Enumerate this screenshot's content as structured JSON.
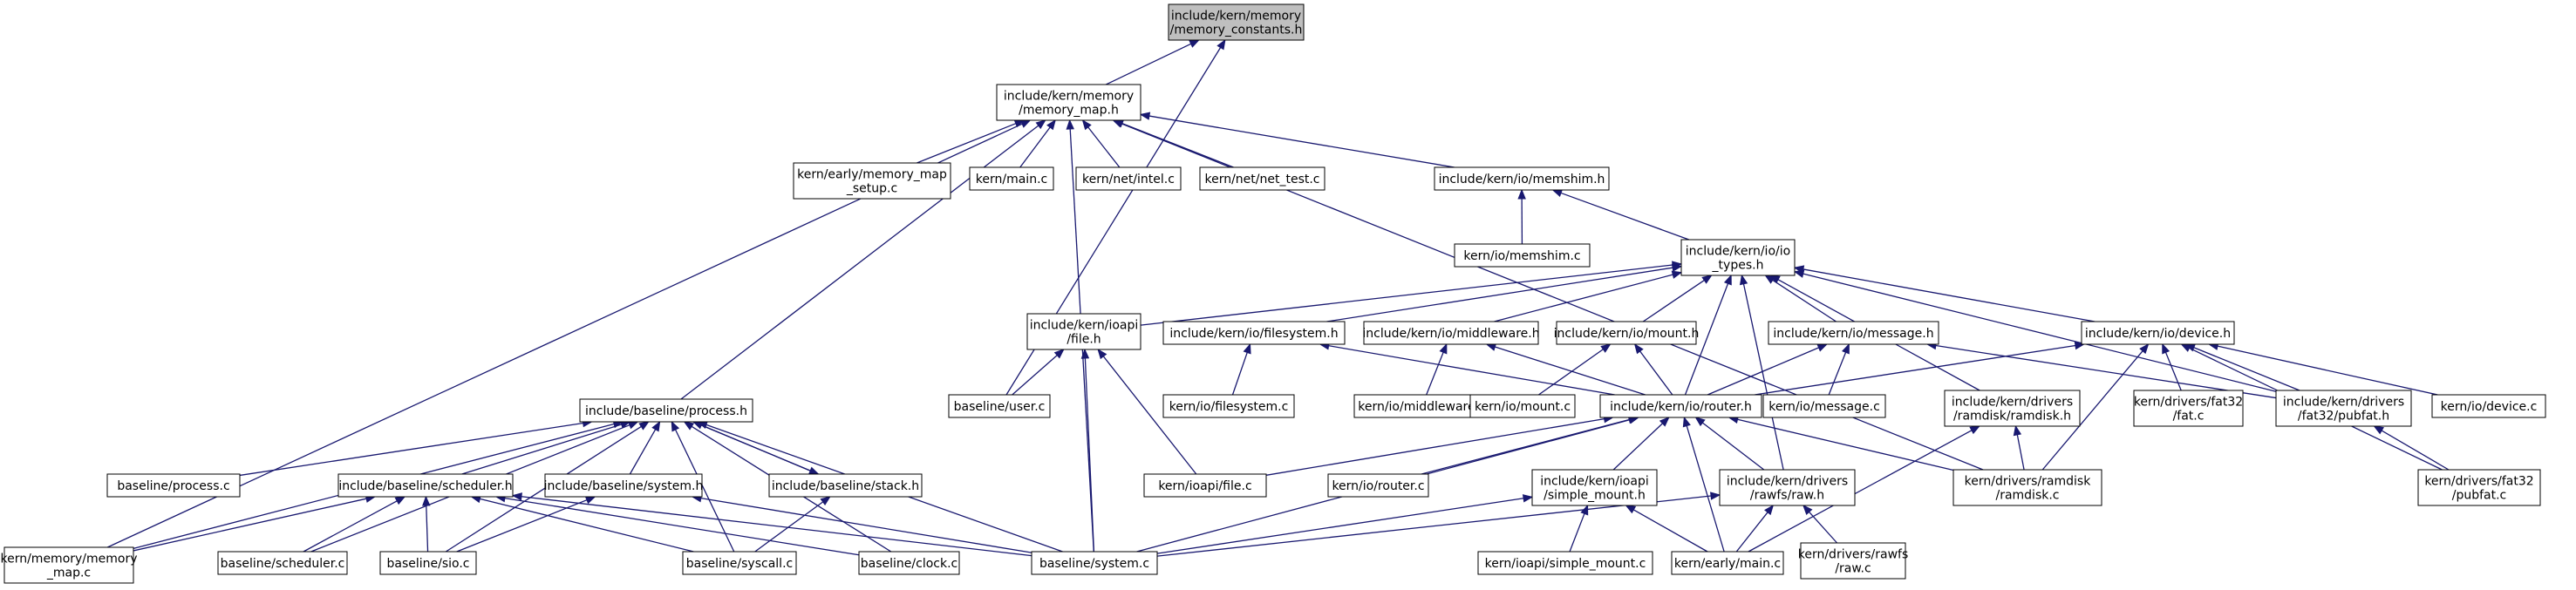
{
  "graph": {
    "root": "n0",
    "colors": {
      "edge": "#191970",
      "root_fill": "#bfbfbf",
      "node_fill": "#ffffff",
      "node_border": "#000000"
    },
    "nodes": [
      {
        "id": "n0",
        "lines": [
          "include/kern/memory",
          "/memory_constants.h"
        ]
      },
      {
        "id": "n1",
        "lines": [
          "include/kern/memory",
          "/memory_map.h"
        ]
      },
      {
        "id": "n2",
        "lines": [
          "kern/early/memory_map",
          "_setup.c"
        ]
      },
      {
        "id": "n3",
        "lines": [
          "kern/main.c"
        ]
      },
      {
        "id": "n4",
        "lines": [
          "kern/net/intel.c"
        ]
      },
      {
        "id": "n5",
        "lines": [
          "kern/net/net_test.c"
        ]
      },
      {
        "id": "n6",
        "lines": [
          "include/kern/io/memshim.h"
        ]
      },
      {
        "id": "n7",
        "lines": [
          "kern/io/memshim.c"
        ]
      },
      {
        "id": "n8",
        "lines": [
          "include/kern/io/io",
          "_types.h"
        ]
      },
      {
        "id": "n9",
        "lines": [
          "include/kern/ioapi",
          "/file.h"
        ]
      },
      {
        "id": "n10",
        "lines": [
          "include/kern/io/filesystem.h"
        ]
      },
      {
        "id": "n11",
        "lines": [
          "include/kern/io/middleware.h"
        ]
      },
      {
        "id": "n12",
        "lines": [
          "include/kern/io/mount.h"
        ]
      },
      {
        "id": "n13",
        "lines": [
          "include/kern/io/message.h"
        ]
      },
      {
        "id": "n14",
        "lines": [
          "include/kern/io/device.h"
        ]
      },
      {
        "id": "n15",
        "lines": [
          "baseline/user.c"
        ]
      },
      {
        "id": "n16",
        "lines": [
          "kern/io/filesystem.c"
        ]
      },
      {
        "id": "n17",
        "lines": [
          "kern/io/middleware.c"
        ]
      },
      {
        "id": "n18",
        "lines": [
          "kern/io/mount.c"
        ]
      },
      {
        "id": "n19",
        "lines": [
          "include/kern/io/router.h"
        ]
      },
      {
        "id": "n20",
        "lines": [
          "kern/io/message.c"
        ]
      },
      {
        "id": "n21",
        "lines": [
          "include/kern/drivers",
          "/ramdisk/ramdisk.h"
        ]
      },
      {
        "id": "n22",
        "lines": [
          "kern/drivers/fat32",
          "/fat.c"
        ]
      },
      {
        "id": "n23",
        "lines": [
          "include/kern/drivers",
          "/fat32/pubfat.h"
        ]
      },
      {
        "id": "n24",
        "lines": [
          "kern/io/device.c"
        ]
      },
      {
        "id": "n25",
        "lines": [
          "include/baseline/process.h"
        ]
      },
      {
        "id": "n26",
        "lines": [
          "baseline/process.c"
        ]
      },
      {
        "id": "n27",
        "lines": [
          "include/baseline/scheduler.h"
        ]
      },
      {
        "id": "n28",
        "lines": [
          "include/baseline/system.h"
        ]
      },
      {
        "id": "n29",
        "lines": [
          "include/baseline/stack.h"
        ]
      },
      {
        "id": "n30",
        "lines": [
          "kern/ioapi/file.c"
        ]
      },
      {
        "id": "n31",
        "lines": [
          "kern/io/router.c"
        ]
      },
      {
        "id": "n32",
        "lines": [
          "include/kern/ioapi",
          "/simple_mount.h"
        ]
      },
      {
        "id": "n33",
        "lines": [
          "include/kern/drivers",
          "/rawfs/raw.h"
        ]
      },
      {
        "id": "n34",
        "lines": [
          "kern/drivers/ramdisk",
          "/ramdisk.c"
        ]
      },
      {
        "id": "n35",
        "lines": [
          "kern/drivers/fat32",
          "/pubfat.c"
        ]
      },
      {
        "id": "n36",
        "lines": [
          "kern/memory/memory",
          "_map.c"
        ]
      },
      {
        "id": "n37",
        "lines": [
          "baseline/scheduler.c"
        ]
      },
      {
        "id": "n38",
        "lines": [
          "baseline/sio.c"
        ]
      },
      {
        "id": "n39",
        "lines": [
          "baseline/syscall.c"
        ]
      },
      {
        "id": "n40",
        "lines": [
          "baseline/clock.c"
        ]
      },
      {
        "id": "n41",
        "lines": [
          "baseline/system.c"
        ]
      },
      {
        "id": "n42",
        "lines": [
          "kern/ioapi/simple_mount.c"
        ]
      },
      {
        "id": "n43",
        "lines": [
          "kern/early/main.c"
        ]
      },
      {
        "id": "n44",
        "lines": [
          "kern/drivers/rawfs",
          "/raw.c"
        ]
      }
    ],
    "edges": [
      [
        "n1",
        "n0"
      ],
      [
        "n15",
        "n0"
      ],
      [
        "n2",
        "n1"
      ],
      [
        "n3",
        "n1"
      ],
      [
        "n4",
        "n1"
      ],
      [
        "n5",
        "n1"
      ],
      [
        "n6",
        "n1"
      ],
      [
        "n25",
        "n1"
      ],
      [
        "n36",
        "n1"
      ],
      [
        "n41",
        "n1"
      ],
      [
        "n34",
        "n1"
      ],
      [
        "n7",
        "n6"
      ],
      [
        "n8",
        "n6"
      ],
      [
        "n9",
        "n8"
      ],
      [
        "n10",
        "n8"
      ],
      [
        "n11",
        "n8"
      ],
      [
        "n12",
        "n8"
      ],
      [
        "n13",
        "n8"
      ],
      [
        "n14",
        "n8"
      ],
      [
        "n19",
        "n8"
      ],
      [
        "n21",
        "n8"
      ],
      [
        "n23",
        "n8"
      ],
      [
        "n33",
        "n8"
      ],
      [
        "n15",
        "n9"
      ],
      [
        "n30",
        "n9"
      ],
      [
        "n41",
        "n9"
      ],
      [
        "n16",
        "n10"
      ],
      [
        "n19",
        "n10"
      ],
      [
        "n17",
        "n11"
      ],
      [
        "n19",
        "n11"
      ],
      [
        "n18",
        "n12"
      ],
      [
        "n19",
        "n12"
      ],
      [
        "n20",
        "n13"
      ],
      [
        "n19",
        "n13"
      ],
      [
        "n23",
        "n13"
      ],
      [
        "n19",
        "n14"
      ],
      [
        "n22",
        "n14"
      ],
      [
        "n23",
        "n14"
      ],
      [
        "n24",
        "n14"
      ],
      [
        "n34",
        "n14"
      ],
      [
        "n35",
        "n14"
      ],
      [
        "n30",
        "n19"
      ],
      [
        "n31",
        "n19"
      ],
      [
        "n32",
        "n19"
      ],
      [
        "n33",
        "n19"
      ],
      [
        "n34",
        "n19"
      ],
      [
        "n41",
        "n19"
      ],
      [
        "n43",
        "n19"
      ],
      [
        "n34",
        "n21"
      ],
      [
        "n43",
        "n21"
      ],
      [
        "n35",
        "n23"
      ],
      [
        "n26",
        "n25"
      ],
      [
        "n27",
        "n25"
      ],
      [
        "n28",
        "n25"
      ],
      [
        "n29",
        "n25"
      ],
      [
        "n36",
        "n25"
      ],
      [
        "n37",
        "n25"
      ],
      [
        "n38",
        "n25"
      ],
      [
        "n39",
        "n25"
      ],
      [
        "n40",
        "n25"
      ],
      [
        "n41",
        "n25"
      ],
      [
        "n36",
        "n27"
      ],
      [
        "n37",
        "n27"
      ],
      [
        "n38",
        "n27"
      ],
      [
        "n39",
        "n27"
      ],
      [
        "n40",
        "n27"
      ],
      [
        "n41",
        "n27"
      ],
      [
        "n38",
        "n28"
      ],
      [
        "n41",
        "n28"
      ],
      [
        "n25",
        "n29"
      ],
      [
        "n39",
        "n29"
      ],
      [
        "n41",
        "n32"
      ],
      [
        "n42",
        "n32"
      ],
      [
        "n43",
        "n32"
      ],
      [
        "n41",
        "n33"
      ],
      [
        "n43",
        "n33"
      ],
      [
        "n44",
        "n33"
      ]
    ]
  }
}
